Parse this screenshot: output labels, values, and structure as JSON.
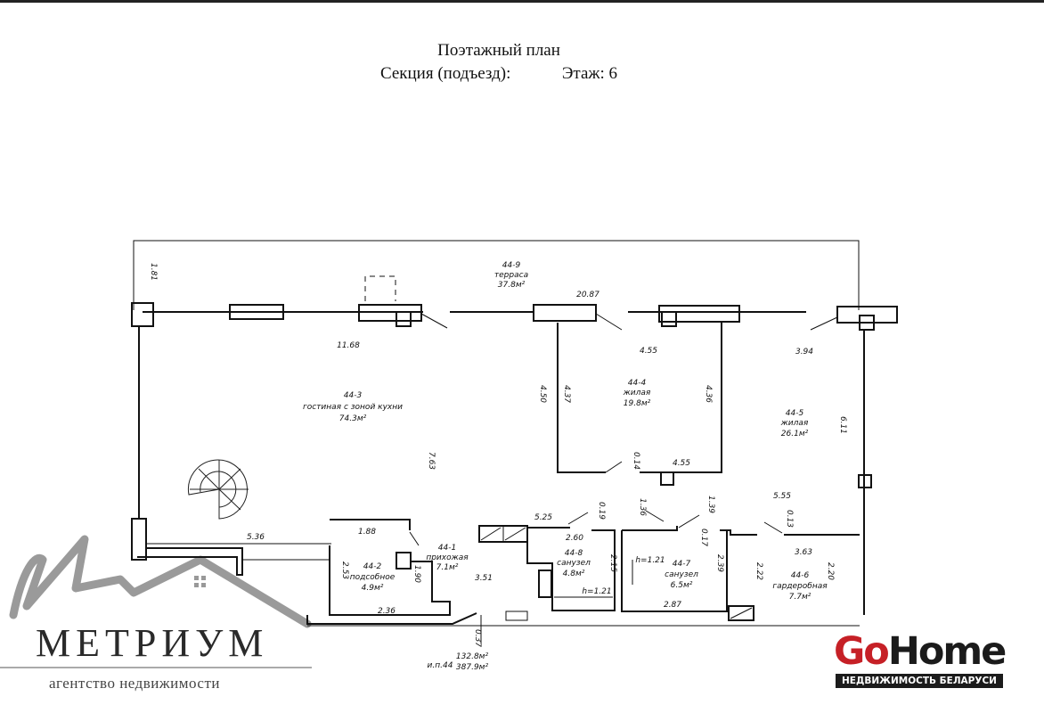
{
  "header": {
    "title": "Поэтажный план",
    "section_label": "Секция (подъезд):",
    "floor_label": "Этаж: 6"
  },
  "rooms": [
    {
      "id": "44-1",
      "name": "прихожая",
      "area": "7.1м²"
    },
    {
      "id": "44-2",
      "name": "подсобное",
      "area": "4.9м²"
    },
    {
      "id": "44-3",
      "name": "гостиная с зоной кухни",
      "area": "74.3м²"
    },
    {
      "id": "44-4",
      "name": "жилая",
      "area": "19.8м²"
    },
    {
      "id": "44-5",
      "name": "жилая",
      "area": "26.1м²"
    },
    {
      "id": "44-6",
      "name": "гардеробная",
      "area": "7.7м²"
    },
    {
      "id": "44-7",
      "name": "санузел",
      "area": "6.5м²"
    },
    {
      "id": "44-8",
      "name": "санузел",
      "area": "4.8м²"
    },
    {
      "id": "44-9",
      "name": "терраса",
      "area": "37.8м²"
    }
  ],
  "dimensions": [
    "1.81",
    "11.68",
    "20.87",
    "4.55",
    "3.94",
    "4.50",
    "4.37",
    "4.36",
    "6.11",
    "7.63",
    "0.14",
    "4.55",
    "5.55",
    "0.13",
    "3.63",
    "2.22",
    "2.20",
    "1.36",
    "1.39",
    "0.19",
    "5.25",
    "2.60",
    "2.15",
    "0.17",
    "2.39",
    "2.87",
    "h=1.21",
    "h=1.21",
    "5.36",
    "1.88",
    "2.53",
    "1.90",
    "2.36",
    "3.51",
    "0.37"
  ],
  "summary": {
    "unit": "и.п.44",
    "area1": "132.8м²",
    "area2": "387.9м²"
  },
  "logos": {
    "metrium": "МЕТРИУМ",
    "metrium_sub": "агентство недвижимости",
    "gohome_go": "Go",
    "gohome_home": "Home",
    "gohome_sub": "НЕДВИЖИМОСТЬ БЕЛАРУСИ"
  }
}
